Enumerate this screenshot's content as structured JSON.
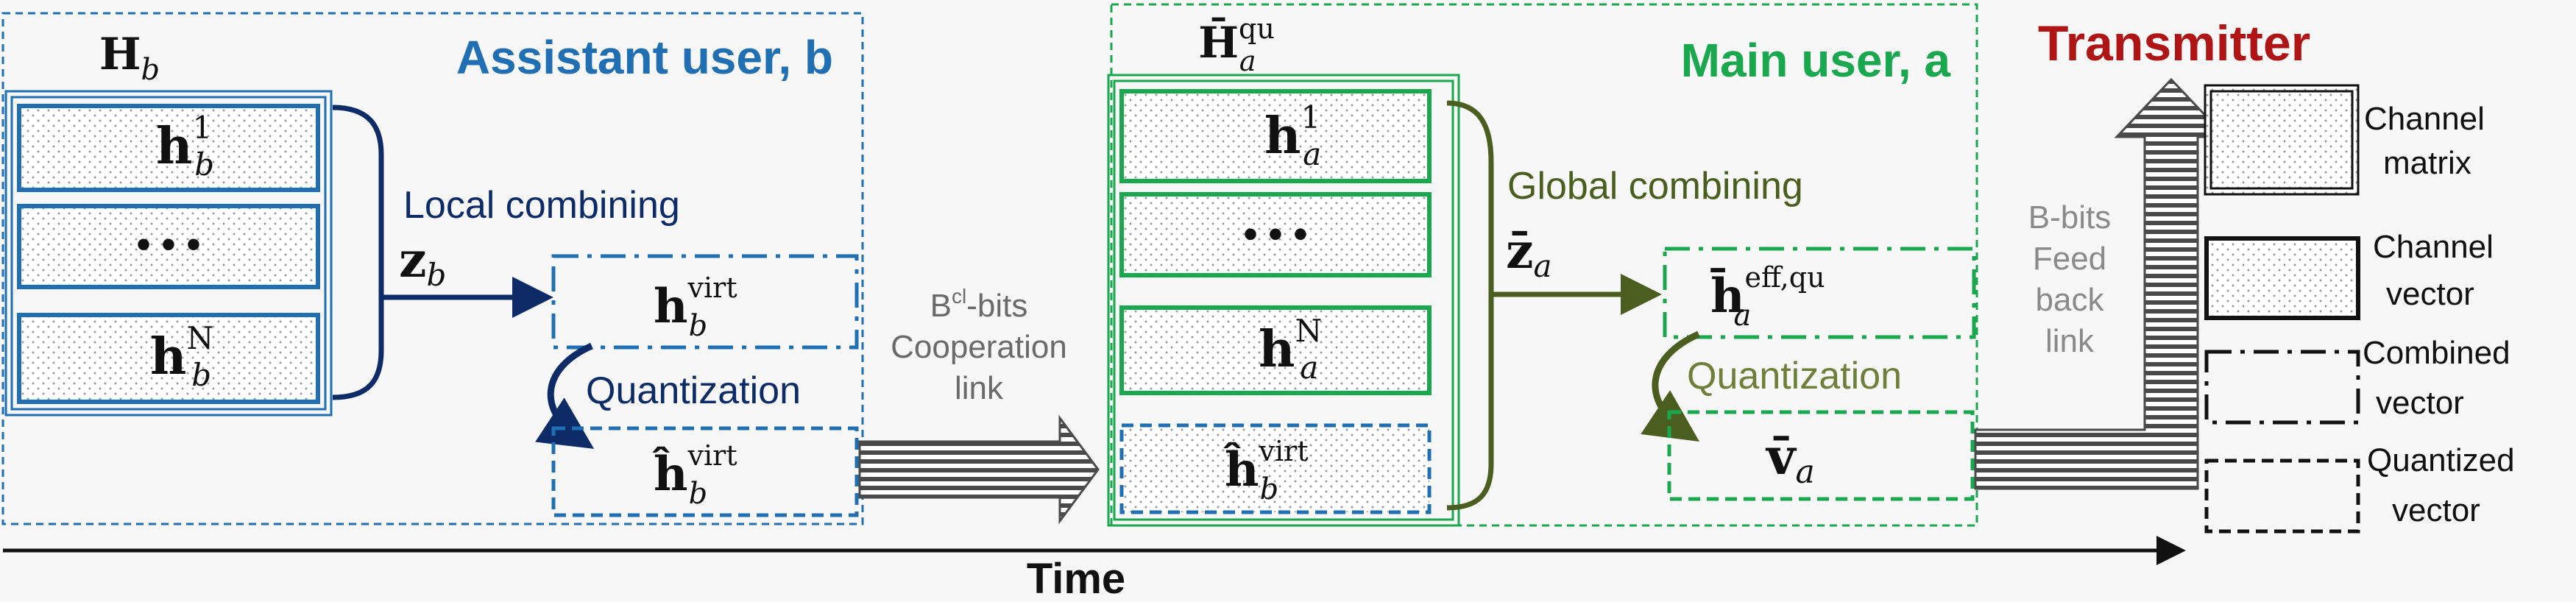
{
  "colors": {
    "assistant_blue": "#1f6fb2",
    "dark_navy": "#0d2b66",
    "main_green": "#1aa84f",
    "olive": "#4a5e1f",
    "olive_text": "#6f7f3a",
    "transmitter_red": "#b01515",
    "gray_text": "#8a8a8a",
    "black": "#111111"
  },
  "assistant": {
    "title": "Assistant user, b",
    "matrix_label": {
      "base": "H",
      "sub": "b"
    },
    "rows": [
      {
        "base": "h",
        "sup": "1",
        "sub": "b"
      },
      {
        "text": "• • •"
      },
      {
        "base": "h",
        "sup": "N",
        "sub": "b"
      }
    ],
    "local_combining": "Local combining",
    "z_label": {
      "base": "z",
      "sub": "b"
    },
    "virt_label": {
      "base": "h",
      "sup": "virt",
      "sub": "b"
    },
    "quantization": "Quantization",
    "virt_hat_label": {
      "base": "ĥ",
      "sup": "virt",
      "sub": "b"
    }
  },
  "coop_link": {
    "line1_prefix": "B",
    "line1_sup": "cl",
    "line1_suffix": "-bits",
    "line2": "Cooperation",
    "line3": "link"
  },
  "main": {
    "title": "Main user, a",
    "matrix_label": {
      "base": "H̄",
      "sup": "qu",
      "sub": "a"
    },
    "rows": [
      {
        "base": "h",
        "sup": "1",
        "sub": "a"
      },
      {
        "text": "• • •"
      },
      {
        "base": "h",
        "sup": "N",
        "sub": "a"
      },
      {
        "base": "ĥ",
        "sup": "virt",
        "sub": "b"
      }
    ],
    "global_combining": "Global combining",
    "z_label": {
      "base": "z̄",
      "sub": "a"
    },
    "eff_label": {
      "base": "h̄",
      "sup": "eff,qu",
      "sub": "a"
    },
    "quantization": "Quantization",
    "v_label": {
      "base": "v̄",
      "sub": "a"
    }
  },
  "feedback_link": {
    "line1": "B-bits",
    "line2": "Feed",
    "line3": "back",
    "line4": "link"
  },
  "transmitter": "Transmitter",
  "time_label": "Time",
  "legend": [
    {
      "line1": "Channel",
      "line2": "matrix"
    },
    {
      "line1": "Channel",
      "line2": "vector"
    },
    {
      "line1": "Combined",
      "line2": "vector"
    },
    {
      "line1": "Quantized",
      "line2": "vector"
    }
  ]
}
